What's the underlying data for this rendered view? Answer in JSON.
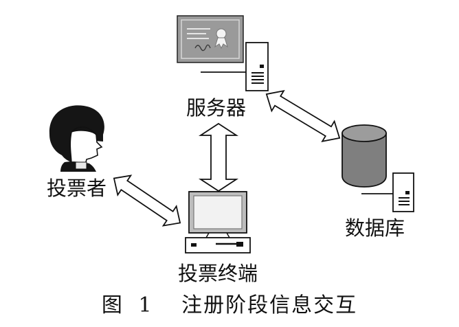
{
  "nodes": {
    "server": {
      "label": "服务器",
      "icon": "server-with-certificate-icon"
    },
    "voter": {
      "label": "投票者",
      "icon": "person-head-icon"
    },
    "terminal": {
      "label": "投票终端",
      "icon": "desktop-computer-icon"
    },
    "database": {
      "label": "数据库",
      "icon": "database-cylinder-icon"
    }
  },
  "caption": {
    "prefix": "图",
    "number": "1",
    "title": "注册阶段信息交互"
  },
  "colors": {
    "line": "#111111",
    "gray_fill": "#8c8c8c",
    "certificate_fill": "#9a9a9a",
    "database_fill": "#7f7f7f",
    "monitor_frame": "#bdbdbd"
  }
}
